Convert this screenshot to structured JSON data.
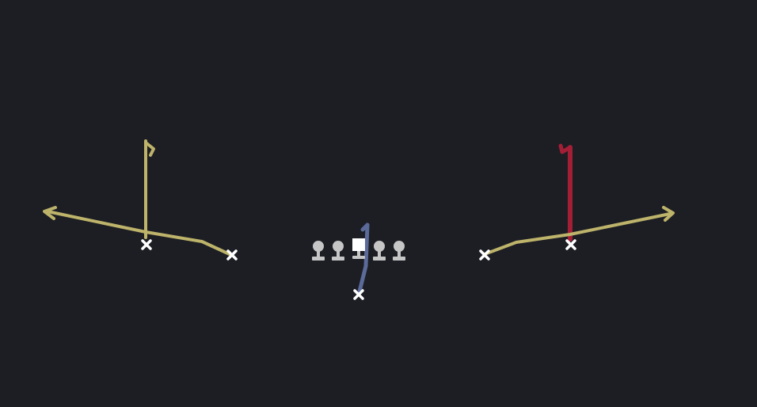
{
  "diagram": {
    "colors": {
      "background": "#1c1e24",
      "yellow_route": "#bdb36a",
      "red_route": "#a41e36",
      "blue_route": "#5b6a99",
      "player_mark": "#ffffff",
      "lineman": "#c6c6c6"
    },
    "icons": {
      "receiver": "x-mark-icon",
      "lineman": "lineman-icon",
      "center": "center-square-icon"
    },
    "receivers": [
      {
        "id": "left-slot",
        "color": "yellow_route"
      },
      {
        "id": "left-wide",
        "color": "yellow_route"
      },
      {
        "id": "right-slot",
        "color": "red_route"
      },
      {
        "id": "right-wide",
        "color": "yellow_route"
      },
      {
        "id": "backfield",
        "color": "blue_route"
      }
    ],
    "linemen_count": 4
  }
}
